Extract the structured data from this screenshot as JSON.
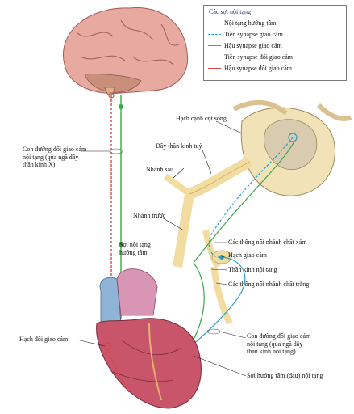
{
  "legend": {
    "title": "Các sợi nội tạng",
    "items": [
      {
        "label": "Nội tạng hướng tâm",
        "color": "#3aa845",
        "style": "solid"
      },
      {
        "label": "Tiền synapse giao cảm",
        "color": "#2a9ec8",
        "style": "dashed"
      },
      {
        "label": "Hậu synapse giao cảm",
        "color": "#2a9ec8",
        "style": "solid"
      },
      {
        "label": "Tiền synapse đối giao cảm",
        "color": "#d64a4a",
        "style": "dashed"
      },
      {
        "label": "Hậu synapse đối giao cảm",
        "color": "#d64a4a",
        "style": "solid"
      }
    ]
  },
  "labels": {
    "spinal_ganglion": "Hạch cạnh cột sống",
    "spinal_nerve": "Dây thần kinh tuỷ",
    "vagus_pathway": [
      "Con đường đối giao cảm",
      "nội tạng (qua ngã dây",
      "thần kinh X)"
    ],
    "posterior_ramus": "Nhánh sau",
    "anterior_ramus": "Nhánh trước",
    "gray_ramus": "Các thông nối nhánh chất xám",
    "sympathetic_ganglion": "Hạch giao cảm",
    "visceral_afferent_fiber": [
      "Sợi nội tạng",
      "hướng tâm"
    ],
    "visceral_nerve": "Thần kinh nội tạng",
    "white_ramus": "Các thông nối nhánh chất trắng",
    "parasympathetic_ganglion": "Hạch đối giao cảm",
    "visceral_sympathetic_pathway": [
      "Con đường đối giao cảm",
      "nội tạng (qua ngã dây",
      "thần kinh nội tạng)"
    ],
    "pain_afferent_fiber": "Sợi hướng tâm (đau) nội tạng"
  },
  "colors": {
    "brain": "#e8a9a0",
    "cerebellum": "#c98f7a",
    "spinal_cord": "#f2e2b8",
    "nerve": "#f2dca0",
    "heart": "#c8556a",
    "aorta": "#d896b4",
    "vein": "#8fb4d8",
    "afferent": "#3aa845",
    "sympathetic": "#2a9ec8",
    "parasympathetic": "#d64a4a"
  }
}
